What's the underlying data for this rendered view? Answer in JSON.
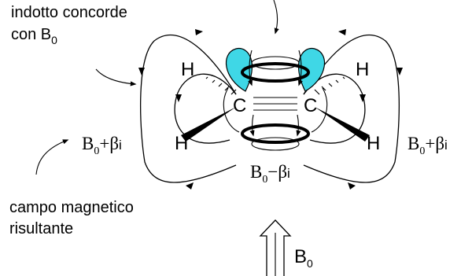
{
  "captions": {
    "top_left_line1": "indotto concorde",
    "top_left_line2": "con B",
    "top_left_sub": "0",
    "bottom_left_line1": "campo magnetico",
    "bottom_left_line2": "risultante"
  },
  "atoms": {
    "h_upper_left": "H",
    "h_upper_right": "H",
    "h_lower_left": "H",
    "h_lower_right": "H",
    "c_left": "C",
    "c_right": "C"
  },
  "fields": {
    "left_main": "B",
    "left_sub": "0",
    "left_op": "+β",
    "left_i": "i",
    "right_main": "B",
    "right_sub": "0",
    "right_op": "+β",
    "right_i": "i",
    "center_main": "B",
    "center_sub": "0",
    "center_op": "−β",
    "center_i": "i",
    "applied_main": "B",
    "applied_sub": "0"
  },
  "colors": {
    "p_orbital": "#3fd7e6",
    "lines": "#000000"
  }
}
